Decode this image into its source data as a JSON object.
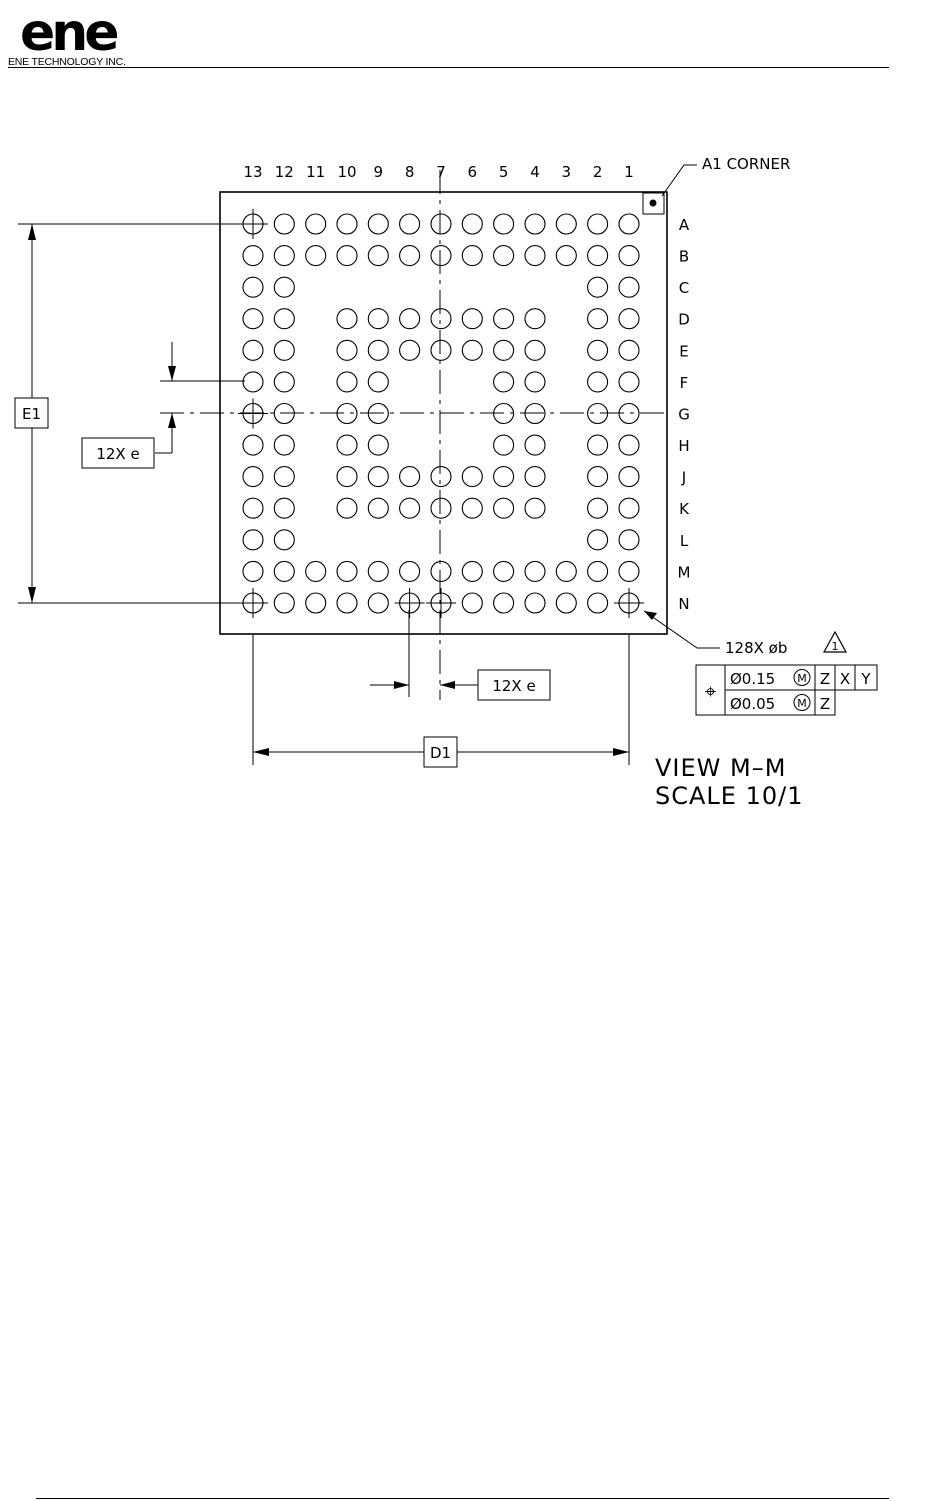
{
  "header": {
    "logo_text": "ene",
    "company_name": "ENE TECHNOLOGY INC."
  },
  "drawing": {
    "column_labels": [
      "13",
      "12",
      "11",
      "10",
      "9",
      "8",
      "7",
      "6",
      "5",
      "4",
      "3",
      "2",
      "1"
    ],
    "row_labels": [
      "A",
      "B",
      "C",
      "D",
      "E",
      "F",
      "G",
      "H",
      "J",
      "K",
      "L",
      "M",
      "N"
    ],
    "a1_corner_label": "A1 CORNER",
    "ball_count_label": "128X øb",
    "note_flag": "1",
    "dim_e1": "E1",
    "dim_d1": "D1",
    "pitch_vertical": "12X e",
    "pitch_horizontal": "12X e",
    "tolerance": {
      "symbol": "⌖",
      "row1": {
        "value": "Ø0.15",
        "modifier": "M",
        "datums": [
          "Z",
          "X",
          "Y"
        ]
      },
      "row2": {
        "value": "Ø0.05",
        "modifier": "M",
        "datums": [
          "Z"
        ]
      }
    },
    "view_title": "VIEW M–M",
    "view_scale": "SCALE 10/1"
  }
}
